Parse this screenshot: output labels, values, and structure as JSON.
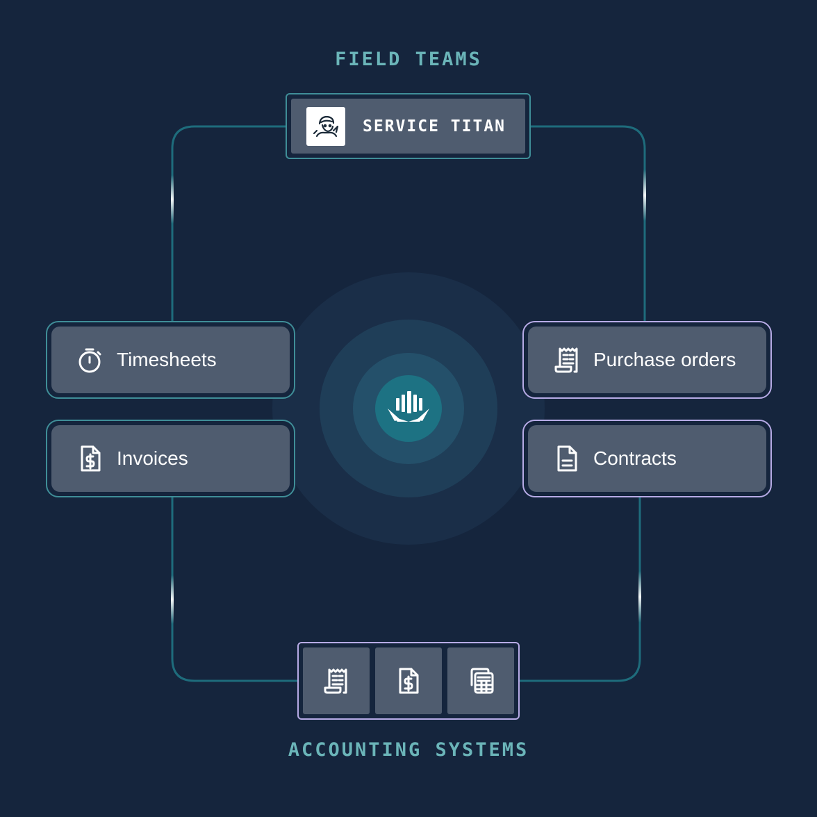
{
  "diagram": {
    "top_title": "FIELD TEAMS",
    "bottom_title": "ACCOUNTING SYSTEMS",
    "source": {
      "label": "SERVICE TITAN",
      "logo_icon": "service-titan-logo-icon"
    },
    "documents": [
      {
        "label": "Timesheets",
        "icon": "stopwatch-icon"
      },
      {
        "label": "Invoices",
        "icon": "invoice-dollar-icon"
      },
      {
        "label": "Purchase orders",
        "icon": "receipt-icon"
      },
      {
        "label": "Contracts",
        "icon": "document-icon"
      }
    ],
    "accounting_icons": [
      "receipt-icon",
      "invoice-dollar-icon",
      "calculator-icon"
    ],
    "hub_icon": "central-logo-icon"
  },
  "colors": {
    "background": "#15253d",
    "title_text": "#6bb5b9",
    "card_fill": "#4f5c6f",
    "teal_border": "#3f8e98",
    "purple_border": "#b7abe6",
    "hub_core": "#1f6e80"
  }
}
